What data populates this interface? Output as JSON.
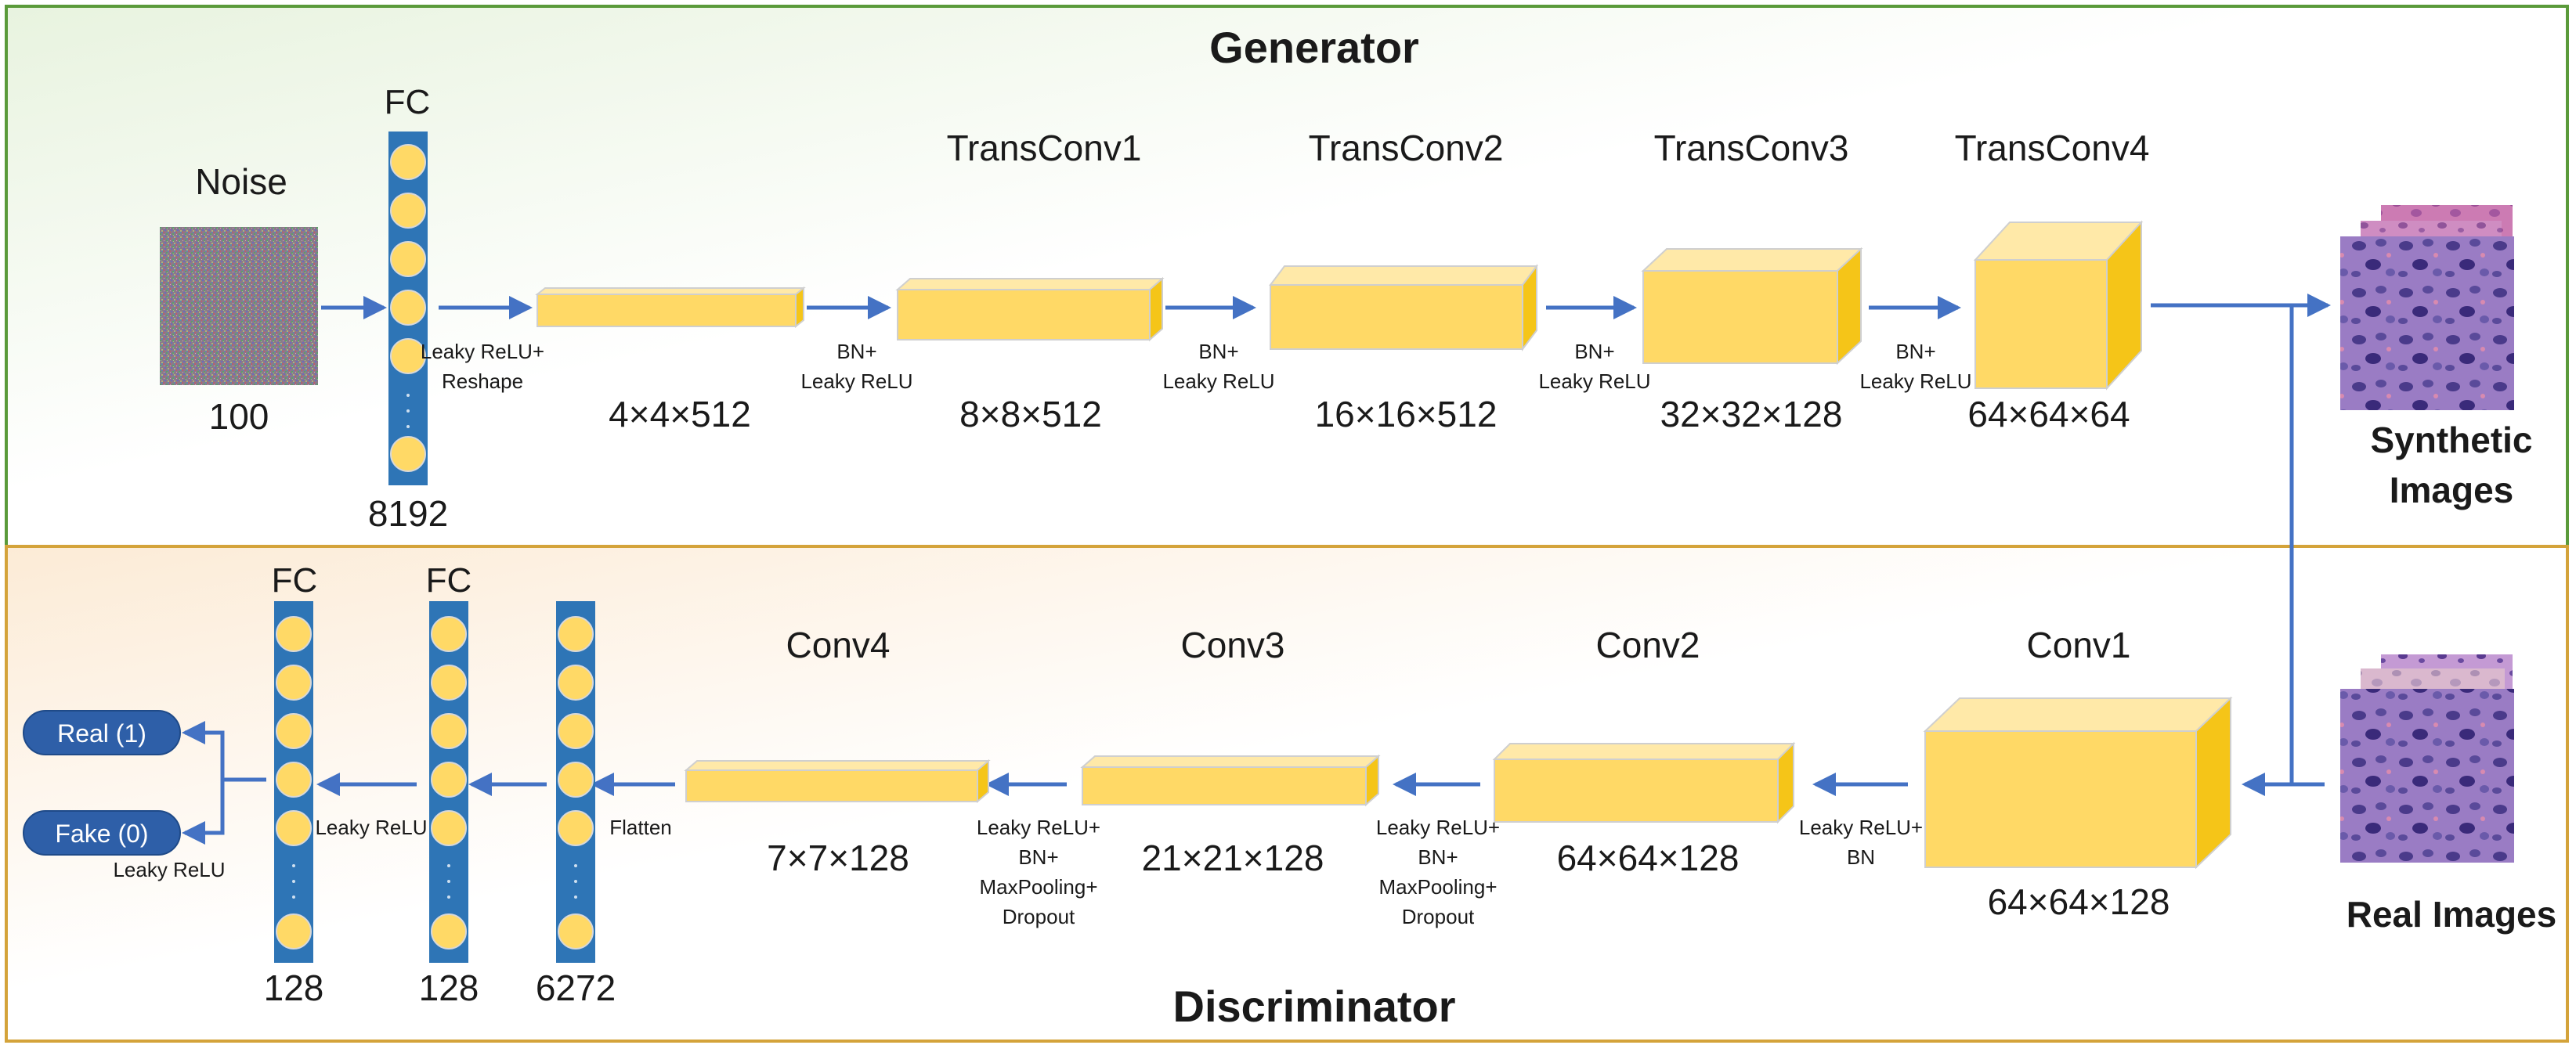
{
  "generator": {
    "title": "Generator",
    "noise_label": "Noise",
    "noise_size": "100",
    "fc_label": "FC",
    "fc_size": "8192",
    "layers": [
      {
        "name": "",
        "size": "4×4×512",
        "op": [
          "Leaky ReLU+",
          "Reshape"
        ]
      },
      {
        "name": "TransConv1",
        "size": "8×8×512",
        "op": [
          "BN+",
          "Leaky ReLU"
        ]
      },
      {
        "name": "TransConv2",
        "size": "16×16×512",
        "op": [
          "BN+",
          "Leaky ReLU"
        ]
      },
      {
        "name": "TransConv3",
        "size": "32×32×128",
        "op": [
          "BN+",
          "Leaky ReLU"
        ]
      },
      {
        "name": "TransConv4",
        "size": "64×64×64",
        "op": [
          "BN+",
          "Leaky ReLU"
        ]
      }
    ],
    "output_label": [
      "Synthetic",
      "Images"
    ]
  },
  "discriminator": {
    "title": "Discriminator",
    "input_label": "Real Images",
    "layers": [
      {
        "name": "Conv1",
        "size": "64×64×128",
        "op": [
          "Leaky ReLU+",
          "BN"
        ]
      },
      {
        "name": "Conv2",
        "size": "64×64×128",
        "op": [
          "Leaky ReLU+",
          "BN+",
          "MaxPooling+",
          "Dropout"
        ]
      },
      {
        "name": "Conv3",
        "size": "21×21×128",
        "op": [
          "Leaky ReLU+",
          "BN+",
          "MaxPooling+",
          "Dropout"
        ]
      },
      {
        "name": "Conv4",
        "size": "7×7×128",
        "op": [
          "Flatten"
        ]
      }
    ],
    "fc_layers": [
      {
        "label": "",
        "size": "6272",
        "op": "Leaky ReLU"
      },
      {
        "label": "FC",
        "size": "128",
        "op": "Leaky ReLU"
      },
      {
        "label": "FC",
        "size": "128",
        "op": ""
      }
    ],
    "outputs": [
      "Real (1)",
      "Fake (0)"
    ]
  },
  "colors": {
    "generator_border": "#5a9a3a",
    "discriminator_border": "#d4a33a",
    "box_fill": "#ffd966",
    "box_top": "#ffe9a8",
    "box_side": "#f5c518",
    "arrow": "#4472c4",
    "fc_bar": "#2e75b6",
    "node": "#ffd966"
  }
}
